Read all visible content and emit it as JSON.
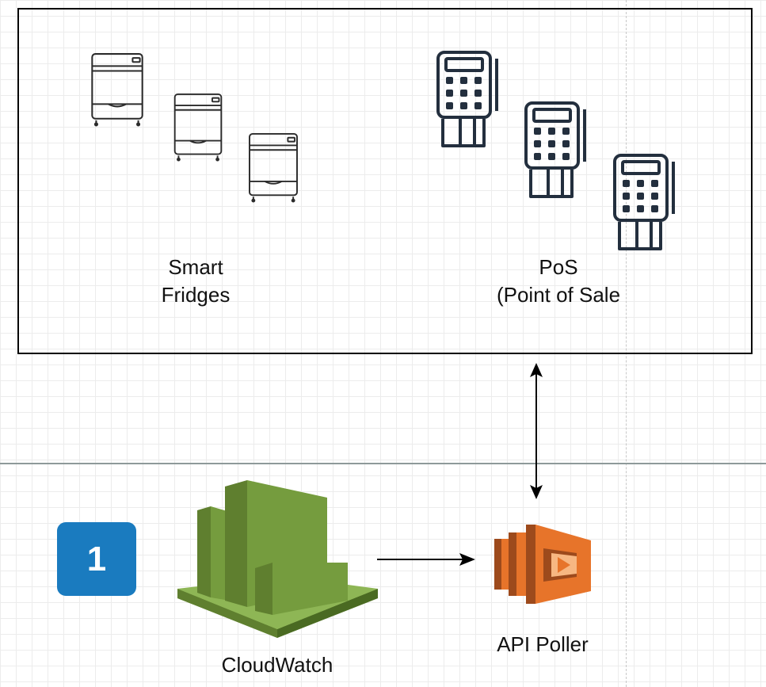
{
  "diagram": {
    "devices_group": {
      "fridges_label_line1": "Smart",
      "fridges_label_line2": "Fridges",
      "pos_label_line1": "PoS",
      "pos_label_line2": "(Point of Sale"
    },
    "step_badge": "1",
    "cloudwatch_label": "CloudWatch",
    "api_poller_label": "API Poller",
    "icons": {
      "fridge": "smart-fridge-icon",
      "pos": "pos-terminal-icon",
      "cloudwatch": "aws-cloudwatch-icon",
      "lambda": "aws-lambda-icon"
    },
    "colors": {
      "cloudwatch_green": "#759c3e",
      "lambda_orange": "#e7742a",
      "badge_blue": "#1a7bbf",
      "icon_outline": "#232f3e"
    }
  }
}
